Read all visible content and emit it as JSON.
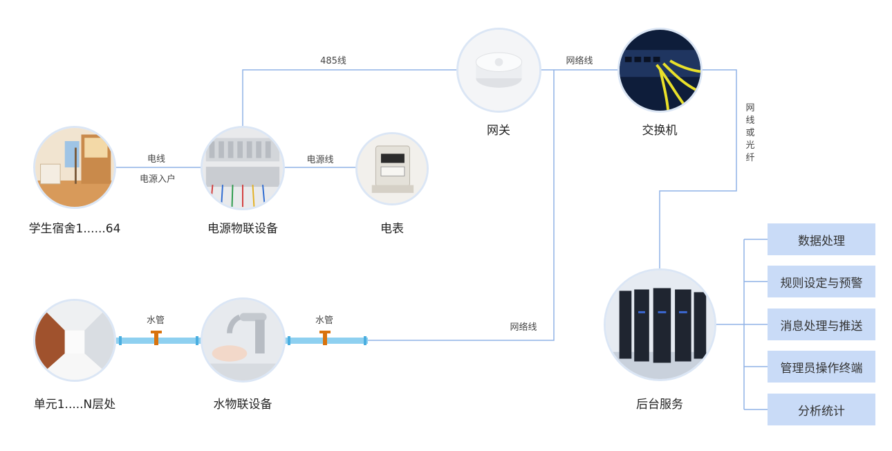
{
  "nodes": {
    "dorm": {
      "label": "学生宿舍1......64"
    },
    "power_iot": {
      "label": "电源物联设备"
    },
    "meter": {
      "label": "电表"
    },
    "gateway": {
      "label": "网关"
    },
    "switch": {
      "label": "交换机"
    },
    "unit_floor": {
      "label": "单元1.....N层处"
    },
    "water_iot": {
      "label": "水物联设备"
    },
    "backend": {
      "label": "后台服务"
    }
  },
  "edges": {
    "dorm_power_top": "电线",
    "dorm_power_bottom": "电源入户",
    "power_meter": "电源线",
    "power_gateway": "485线",
    "gateway_switch": "网络线",
    "switch_backend": "网线或光纤",
    "unit_water": "水管",
    "water_network_pipe": "水管",
    "water_network": "网络线"
  },
  "services": [
    "数据处理",
    "规则设定与预警",
    "消息处理与推送",
    "管理员操作终端",
    "分析统计"
  ]
}
